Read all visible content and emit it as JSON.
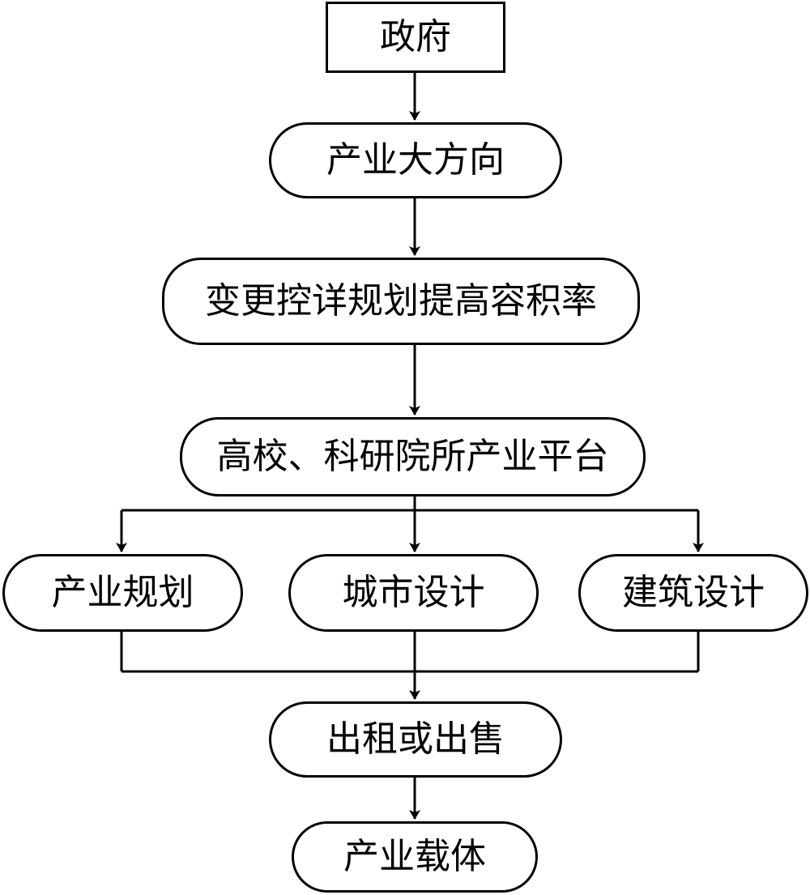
{
  "nodes": {
    "government": "政府",
    "industry_direction": "产业大方向",
    "plan_change": "变更控详规划提高容积率",
    "platform": "高校、科研院所产业平台",
    "industry_planning": "产业规划",
    "urban_design": "城市设计",
    "architectural_design": "建筑设计",
    "rent_or_sell": "出租或出售",
    "industry_carrier": "产业载体"
  }
}
